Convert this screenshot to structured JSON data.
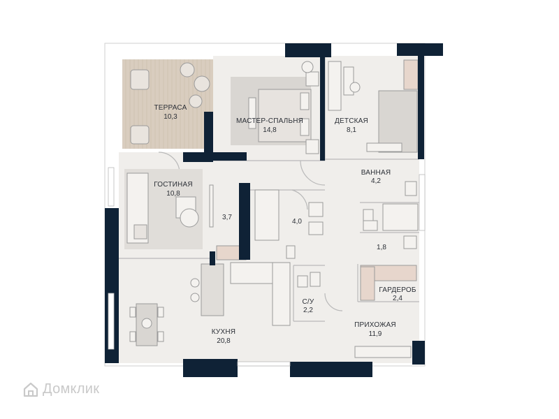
{
  "colors": {
    "wall": "#0f2236",
    "floor": "#f0eeeb",
    "furniture": "#d9d6d2",
    "terrace": "#d9cdbf",
    "line": "#b9b9b9",
    "wardrobe": "#e7d6cc"
  },
  "rooms": {
    "terrace": {
      "label": "ТЕРРАСА",
      "area": "10,3"
    },
    "master": {
      "label": "МАСТЕР-СПАЛЬНЯ",
      "area": "14,8"
    },
    "kids": {
      "label": "ДЕТСКАЯ",
      "area": "8,1"
    },
    "living": {
      "label": "ГОСТИНАЯ",
      "area": "10,8"
    },
    "storage": {
      "area": "3,7"
    },
    "bath_main": {
      "area": "4,0"
    },
    "bathroom": {
      "label": "ВАННАЯ",
      "area": "4,2"
    },
    "corridor": {
      "area": "1,8"
    },
    "wardrobe": {
      "label": "ГАРДЕРОБ",
      "area": "2,4"
    },
    "wc": {
      "label": "С/У",
      "area": "2,2"
    },
    "kitchen": {
      "label": "КУХНЯ",
      "area": "20,8"
    },
    "hall": {
      "label": "ПРИХОЖАЯ",
      "area": "11,9"
    }
  },
  "watermark": {
    "text": "Домклик",
    "icon": "house-logo-icon"
  }
}
